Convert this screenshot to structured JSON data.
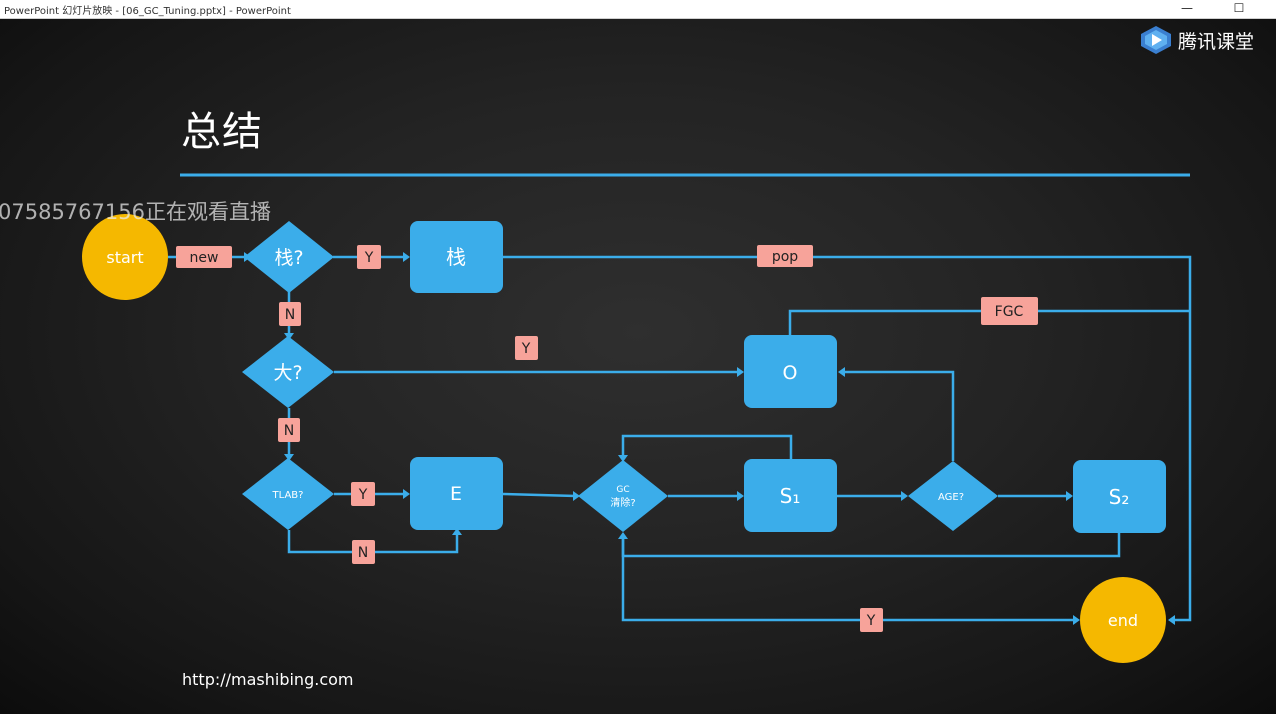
{
  "window": {
    "title": "PowerPoint 幻灯片放映 - [06_GC_Tuning.pptx] - PowerPoint",
    "minimize_icon": "minimize-icon",
    "maximize_icon": "maximize-icon"
  },
  "slide": {
    "title": "总结",
    "logo_text": "腾讯课堂",
    "watermark": "07585767156正在观看直播",
    "url": "http://mashibing.com"
  },
  "colors": {
    "node_fill": "#3badea",
    "circle_fill": "#f5b800",
    "label_fill": "#f7a39a",
    "line": "#3badea"
  },
  "flowchart": {
    "start": "start",
    "end": "end",
    "stack_q": "栈?",
    "big_q": "大?",
    "tlab_q": "TLAB?",
    "gc_q_line1": "GC",
    "gc_q_line2": "清除?",
    "age_q": "AGE?",
    "stack_box": "栈",
    "old_box": "O",
    "eden_box": "E",
    "s1_box": "S₁",
    "s2_box": "S₂",
    "labels": {
      "new": "new",
      "stack_yes": "Y",
      "pop": "pop",
      "stack_no": "N",
      "fgc": "FGC",
      "big_yes": "Y",
      "big_no": "N",
      "tlab_yes": "Y",
      "tlab_no": "N",
      "gc_yes": "Y"
    }
  }
}
